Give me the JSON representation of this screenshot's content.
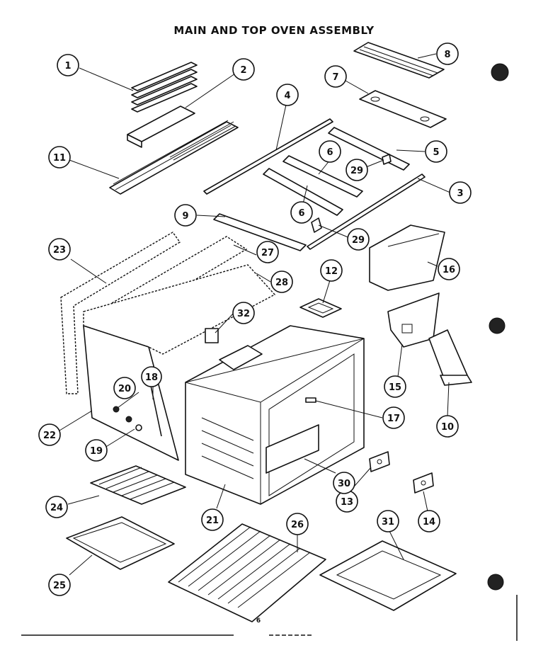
{
  "title": "MAIN AND TOP OVEN ASSEMBLY",
  "page_number": "6",
  "callouts": [
    "1",
    "2",
    "3",
    "4",
    "5",
    "6",
    "6",
    "7",
    "8",
    "9",
    "10",
    "11",
    "12",
    "13",
    "14",
    "15",
    "16",
    "17",
    "18",
    "19",
    "20",
    "21",
    "22",
    "23",
    "24",
    "25",
    "26",
    "27",
    "28",
    "29",
    "29",
    "30",
    "31",
    "32"
  ]
}
